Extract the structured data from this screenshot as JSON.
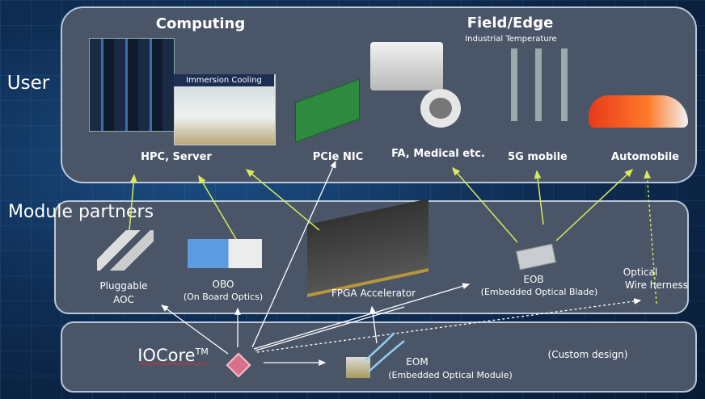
{
  "sections": {
    "user": "User",
    "module_partners": "Module partners"
  },
  "user_panel": {
    "computing": "Computing",
    "field_edge": "Field/Edge",
    "industrial_temperature": "Industrial Temperature",
    "immersion_cooling": "Immersion Cooling",
    "labels": [
      "HPC, Server",
      "PCIe NIC",
      "FA, Medical etc.",
      "5G mobile",
      "Automobile"
    ]
  },
  "module_panel": {
    "pluggable": "Pluggable",
    "aoc": "AOC",
    "obo": "OBO",
    "obo_full": "(On Board Optics)",
    "fpga": "FPGA Accelerator",
    "eob": "EOB",
    "eob_full": "(Embedded Optical Blade)",
    "optical": "Optical",
    "wire": "Wire herness"
  },
  "iocore_panel": {
    "iocore": "IOCore",
    "tm": "TM",
    "eom": "EOM",
    "eom_full": "(Embedded Optical Module)",
    "custom": "(Custom design)"
  },
  "colors": {
    "panel": "#4a5568",
    "arrow_green": "#d8ea5c",
    "arrow_white": "#ffffff"
  }
}
